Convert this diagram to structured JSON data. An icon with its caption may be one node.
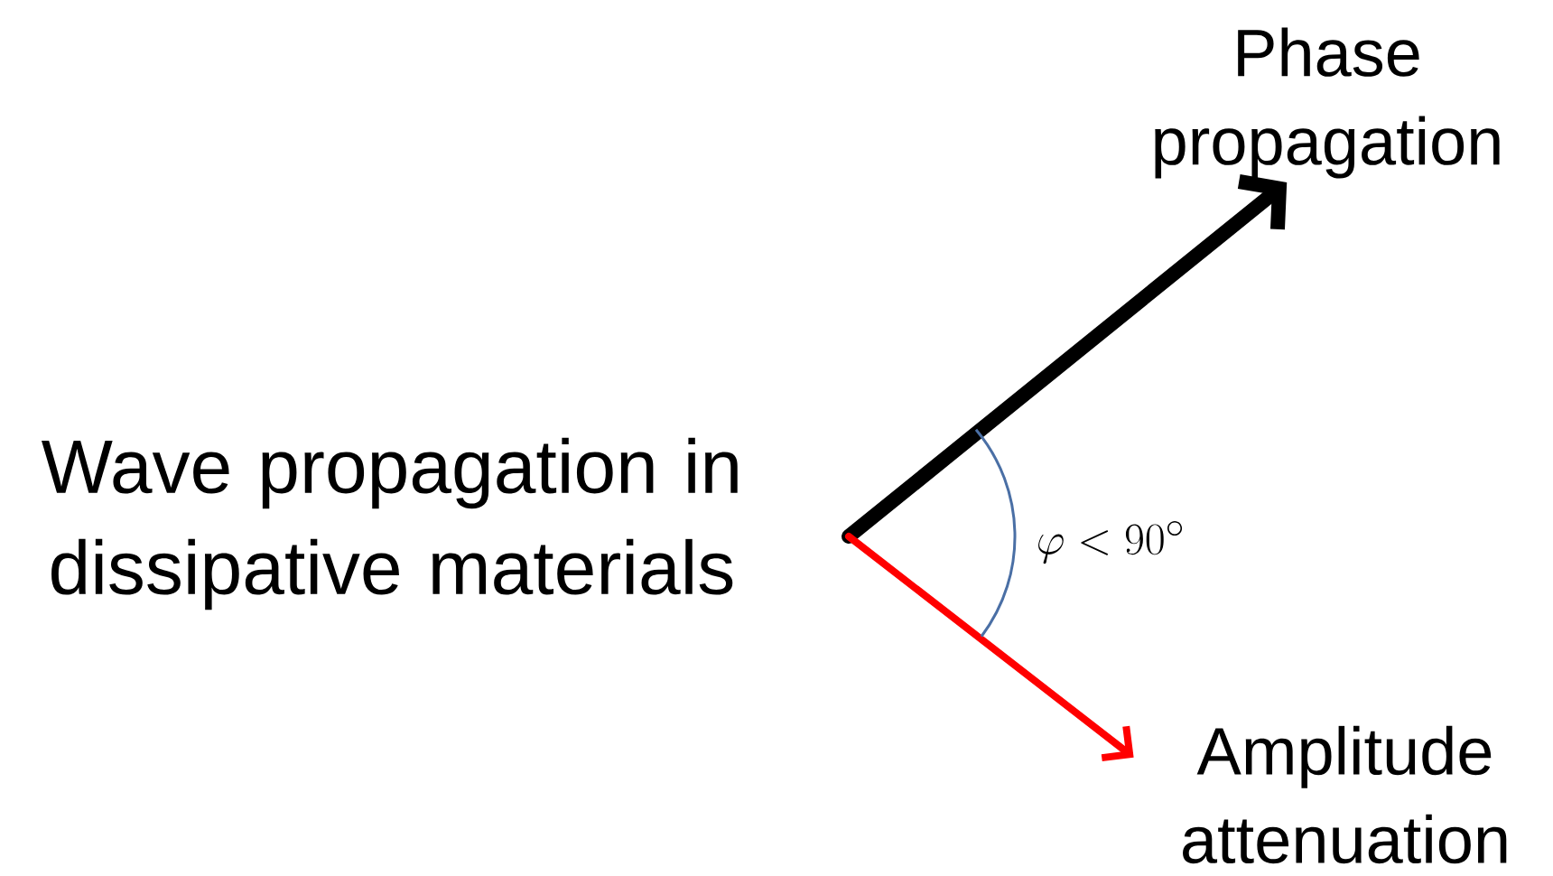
{
  "diagram": {
    "nodes": [
      {
        "text": [
          "Wave propagation in dissipative materials"
        ]
      },
      {
        "text": [
          "Phase propagation"
        ]
      },
      {
        "text": [
          "Amplitude attenuation"
        ]
      }
    ],
    "edges": [
      {
        "from": null,
        "to": 1,
        "arrow": "to",
        "style": "thick"
      },
      {
        "from": null,
        "to": 2,
        "arrow": "to",
        "color": "#ff0000"
      }
    ],
    "labels": [
      "\\varphi < 90^\\circ"
    ]
  }
}
